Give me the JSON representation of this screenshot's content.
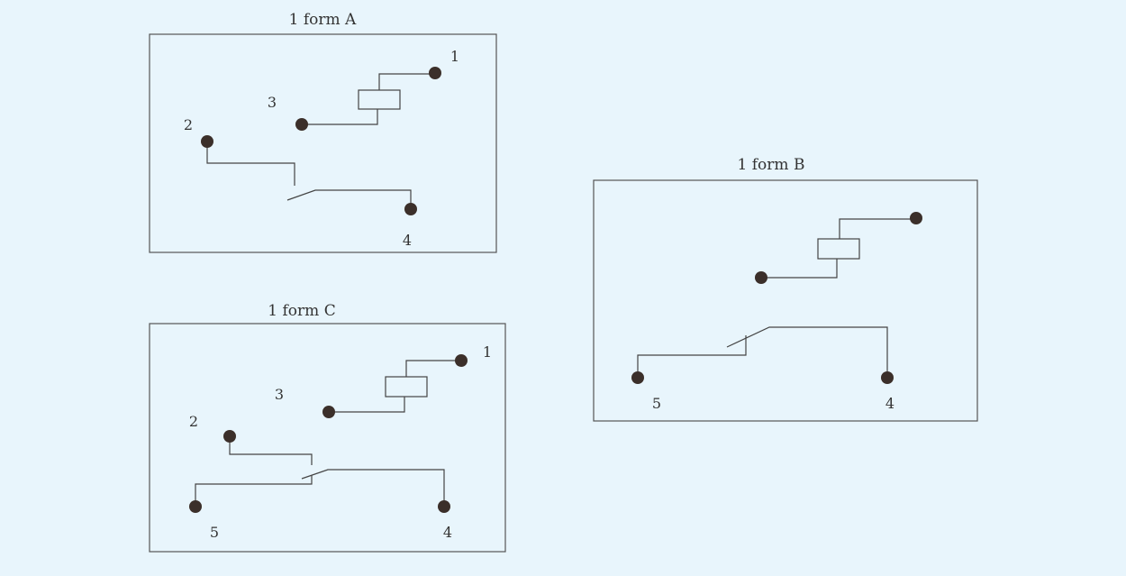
{
  "colors": {
    "background": "#e8f5fc",
    "line": "#444444",
    "terminal": "#3b2f2a"
  },
  "diagrams": {
    "form_a": {
      "title": "1 form A",
      "pins": {
        "p1": "1",
        "p2": "2",
        "p3": "3",
        "p4": "4"
      }
    },
    "form_b": {
      "title": "1 form B",
      "pins": {
        "p5": "5",
        "p4": "4"
      }
    },
    "form_c": {
      "title": "1 form C",
      "pins": {
        "p1": "1",
        "p2": "2",
        "p3": "3",
        "p4": "4",
        "p5": "5"
      }
    }
  }
}
